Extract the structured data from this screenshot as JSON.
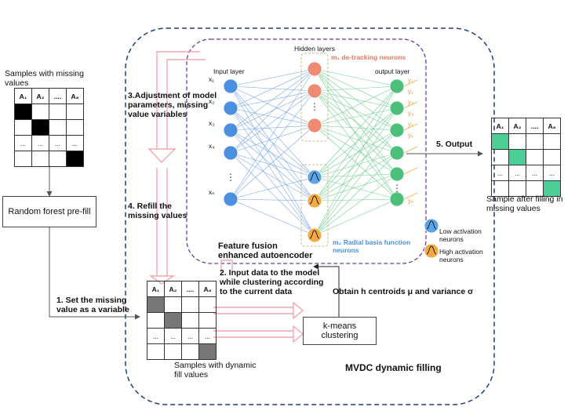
{
  "colors": {
    "outer_border": "#1f3f7a",
    "inner_border": "#6b3fa0",
    "pink_arrow": "#f4a6b0",
    "input_node": "#4a8fe0",
    "hidden_tracking": "#ef8a73",
    "hidden_low": "#5aa6e6",
    "hidden_high": "#f3aa45",
    "output_node": "#4cc07a",
    "cell_black": "#000000",
    "cell_gray": "#777777",
    "cell_green": "#4ccf95",
    "tracking_text": "#e8785f",
    "rbf_text": "#4a8fe0"
  },
  "left": {
    "missing_title_1": "Samples with missing",
    "missing_title_2": "values",
    "random_forest": "Random forest pre-fill",
    "step1_line1": "1. Set the missing",
    "step1_line2": "value as a variable"
  },
  "tables": {
    "headers": [
      "A₁",
      "A₂",
      "....",
      "A₈"
    ],
    "dots": "...",
    "missing_marks": [
      [
        1,
        0
      ],
      [
        2,
        1
      ],
      [
        4,
        3
      ]
    ],
    "dynamic_marks": [
      [
        1,
        0
      ],
      [
        2,
        1
      ],
      [
        4,
        3
      ]
    ],
    "after_marks": [
      [
        1,
        0
      ],
      [
        2,
        1
      ],
      [
        4,
        3
      ]
    ]
  },
  "steps": {
    "step3_line1": "3.Adjustment of model",
    "step3_line2": "parameters, missing",
    "step3_line3": "value variables",
    "step4_line1": "4. Refill the",
    "step4_line2": "missing values",
    "step2_line1": "2. Input data to the model",
    "step2_line2": "while clustering according",
    "step2_line3": "to the current data",
    "kmeans_line1": "k-means",
    "kmeans_line2": "clustering",
    "obtain": "Obtain h centroids μ and variance σ",
    "dynamic_caption_1": "Samples with dynamic",
    "dynamic_caption_2": "fill values",
    "mvdc": "MVDC dynamic filling",
    "step5": "5. Output",
    "after_caption_1": "Sample after filling in",
    "after_caption_2": "missing values"
  },
  "network": {
    "hidden_layers": "Hidden layers",
    "input_layer": "Input layer",
    "output_layer": "output layer",
    "tracking_neurons": "m₁ de-tracking neurons",
    "rbf_neurons_1": "m₂ Radial basis function",
    "rbf_neurons_2": "neurons",
    "feature_1": "Feature fusion",
    "feature_2": "enhanced autoencoder",
    "input_labels": [
      "x₁",
      "x₂",
      "x₃",
      "x₄",
      "xₙ"
    ],
    "output_labels": [
      "y₁",
      "y₂",
      "y₃",
      "y₄",
      "y₅",
      "y₆",
      "yₙ"
    ],
    "vdots": "⋮",
    "low_activation_1": "Low activation",
    "low_activation_2": "neurons",
    "high_activation_1": "High activation",
    "high_activation_2": "neurons"
  }
}
